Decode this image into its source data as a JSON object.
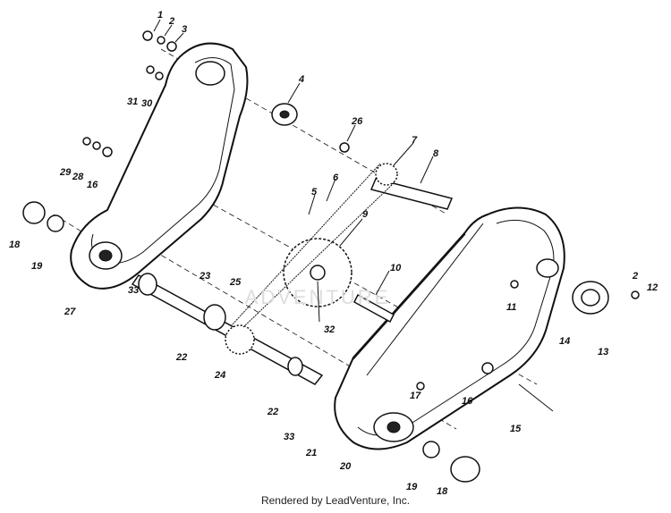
{
  "footer": "Rendered by LeadVenture, Inc.",
  "watermark": "ADVENTURE",
  "callouts": [
    "1",
    "2",
    "3",
    "4",
    "26",
    "7",
    "8",
    "31",
    "30",
    "29",
    "28",
    "16",
    "6",
    "5",
    "9",
    "18",
    "19",
    "23",
    "25",
    "10",
    "2",
    "12",
    "27",
    "33",
    "22",
    "11",
    "32",
    "14",
    "13",
    "24",
    "17",
    "16",
    "22",
    "15",
    "33",
    "21",
    "20",
    "19",
    "18"
  ]
}
